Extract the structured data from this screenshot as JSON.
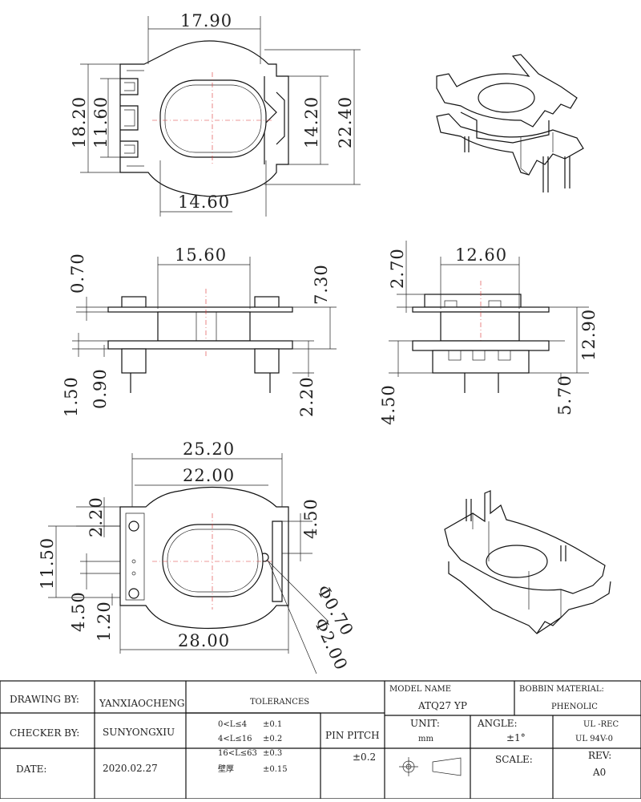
{
  "dimensions": {
    "top_width": "17.90",
    "top_h_outer": "18.20",
    "top_h_inner": "11.60",
    "top_right_inner": "14.20",
    "top_right_outer": "22.40",
    "top_bottom": "14.60",
    "side_width": "15.60",
    "side_top": "0.70",
    "side_height": "7.30",
    "side_b1": "1.50",
    "side_b2": "0.90",
    "side_b3": "2.20",
    "front_width": "12.60",
    "front_top": "2.70",
    "front_height": "12.90",
    "front_b1": "4.50",
    "front_b2": "5.70",
    "bot_w1": "25.20",
    "bot_w2": "22.00",
    "bot_l1": "2.20",
    "bot_l2": "11.50",
    "bot_l3": "4.50",
    "bot_l4": "1.20",
    "bot_r1": "4.50",
    "bot_phi1": "Φ0.70",
    "bot_phi2": "Φ2.00",
    "bot_bottom": "28.00"
  },
  "title_block": {
    "drawing_by_label": "DRAWING  BY:",
    "drawing_by": "YANXIAOCHENG",
    "checker_by_label": "CHECKER  BY:",
    "checker_by": "SUNYONGXIU",
    "date_label": "DATE:",
    "date": "2020.02.27",
    "tolerances_label": "TOLERANCES",
    "tol_1": "0<L≤4",
    "tol_1v": "±0.1",
    "tol_2": "4<L≤16",
    "tol_2v": "±0.2",
    "tol_3": "16<L≤63",
    "tol_3v": "±0.3",
    "tol_4": "壁厚",
    "tol_4v": "±0.15",
    "pin_pitch_label": "PIN PITCH",
    "pin_pitch": "±0.2",
    "model_label": "MODEL NAME",
    "model": "ATQ27  YP",
    "material_label": "BOBBIN MATERIAL:",
    "material": "PHENOLIC",
    "unit_label": "UNIT:",
    "unit": "mm",
    "angle_label": "ANGLE:",
    "angle": "±1°",
    "ul_1": "UL -REC",
    "ul_2": "UL  94V-0",
    "scale_label": "SCALE:",
    "rev_label": "REV:",
    "rev": "A0"
  }
}
